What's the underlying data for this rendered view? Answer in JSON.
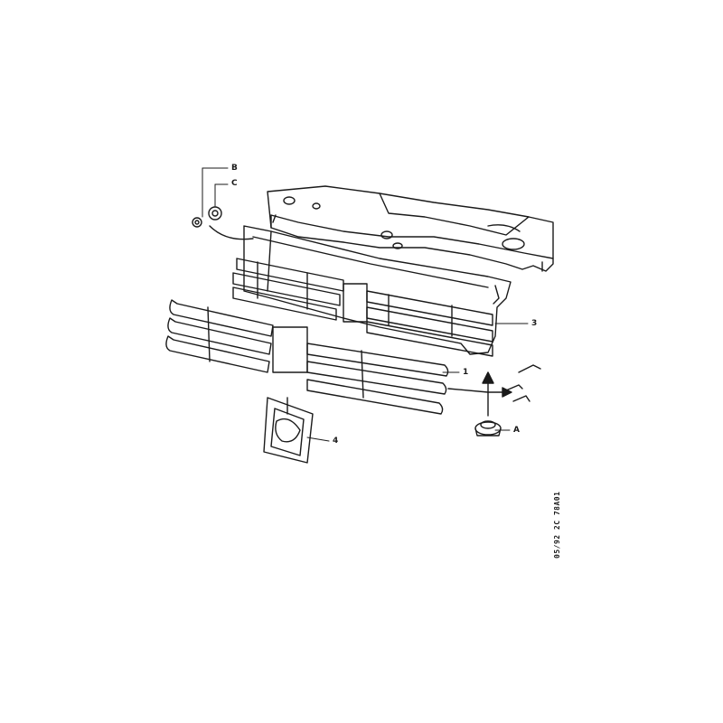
{
  "diagram": {
    "callouts": {
      "B": "B",
      "C": "C",
      "n3": "3",
      "n1": "1",
      "A": "A",
      "n4": "4"
    },
    "reference_code": "05/92  2C 78A01",
    "colors": {
      "ink": "#1a1a1a",
      "paper": "#ffffff"
    }
  }
}
